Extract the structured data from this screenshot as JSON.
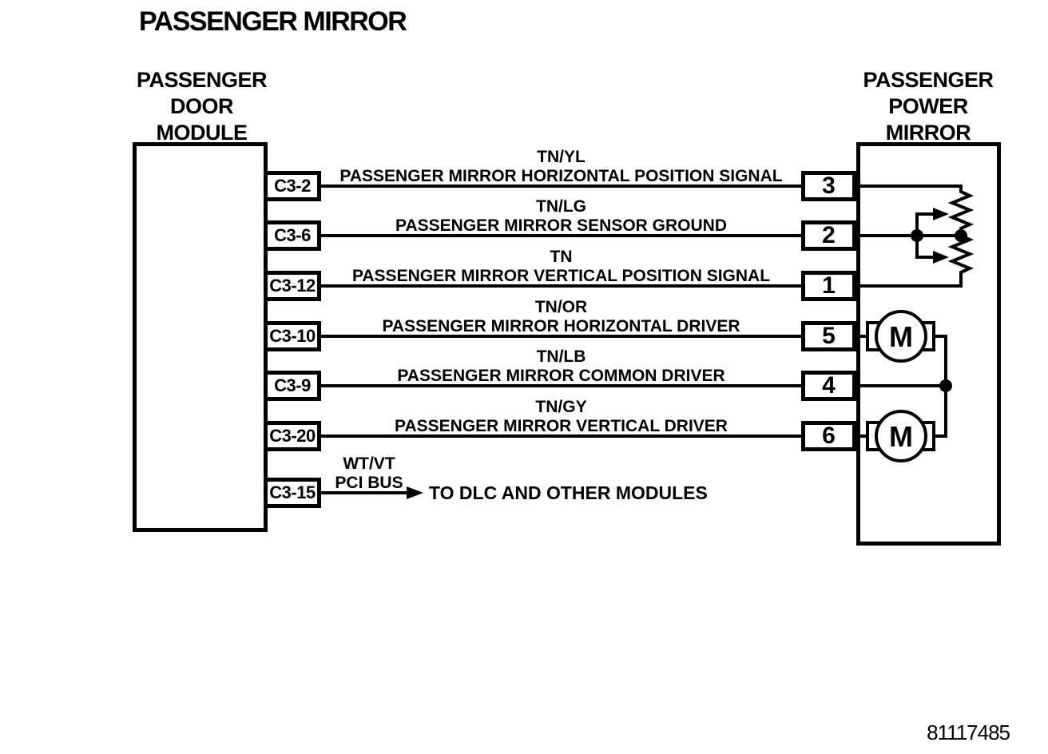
{
  "title": "PASSENGER MIRROR",
  "doc_number": "81117485",
  "left_module": {
    "name": "PASSENGER\nDOOR\nMODULE"
  },
  "right_module": {
    "name": "PASSENGER\nPOWER\nMIRROR",
    "motor_label": "M"
  },
  "rows": [
    {
      "connector": "C3-2",
      "wire_color": "TN/YL",
      "signal": "PASSENGER MIRROR HORIZONTAL POSITION SIGNAL",
      "pin": "3"
    },
    {
      "connector": "C3-6",
      "wire_color": "TN/LG",
      "signal": "PASSENGER MIRROR SENSOR GROUND",
      "pin": "2"
    },
    {
      "connector": "C3-12",
      "wire_color": "TN",
      "signal": "PASSENGER MIRROR VERTICAL POSITION SIGNAL",
      "pin": "1"
    },
    {
      "connector": "C3-10",
      "wire_color": "TN/OR",
      "signal": "PASSENGER MIRROR HORIZONTAL DRIVER",
      "pin": "5"
    },
    {
      "connector": "C3-9",
      "wire_color": "TN/LB",
      "signal": "PASSENGER MIRROR COMMON DRIVER",
      "pin": "4"
    },
    {
      "connector": "C3-20",
      "wire_color": "TN/GY",
      "signal": "PASSENGER MIRROR VERTICAL DRIVER",
      "pin": "6"
    },
    {
      "connector": "C3-15",
      "wire_color": "WT/VT",
      "bus": "PCI BUS",
      "destination": "TO DLC AND OTHER MODULES"
    }
  ],
  "colors": {
    "ink": "#000000",
    "paper": "#ffffff"
  }
}
